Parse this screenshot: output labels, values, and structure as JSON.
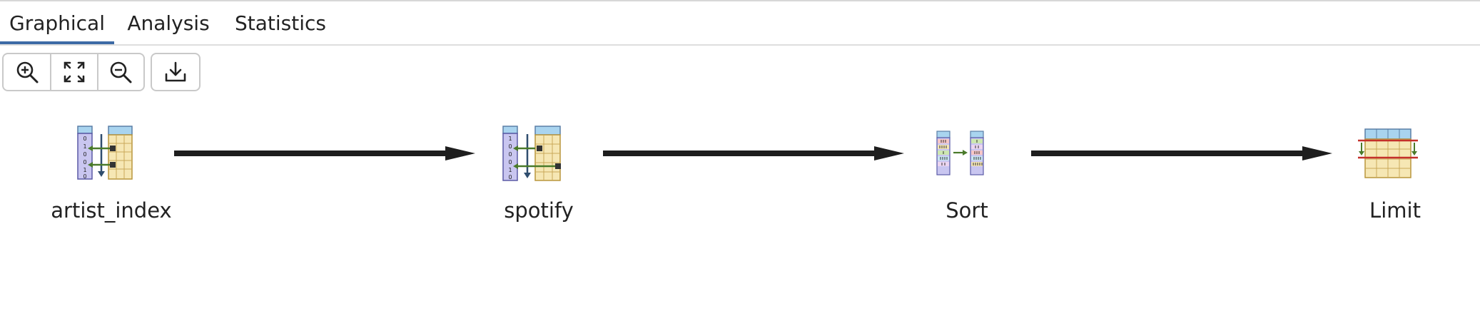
{
  "tabs": [
    {
      "label": "Graphical",
      "active": true
    },
    {
      "label": "Analysis",
      "active": false
    },
    {
      "label": "Statistics",
      "active": false
    }
  ],
  "toolbar": {
    "zoom_in_icon": "zoom-in-icon",
    "fit_icon": "fit-screen-icon",
    "zoom_out_icon": "zoom-out-icon",
    "download_icon": "download-icon"
  },
  "plan": {
    "nodes": [
      {
        "label": "artist_index",
        "icon": "index-scan-icon"
      },
      {
        "label": "spotify",
        "icon": "index-scan-icon"
      },
      {
        "label": "Sort",
        "icon": "sort-icon"
      },
      {
        "label": "Limit",
        "icon": "limit-icon"
      }
    ]
  },
  "colors": {
    "tab_active_underline": "#3d6aa5",
    "edge": "#1e1e1e",
    "index_column": "#c9c6f0",
    "index_header": "#a9d4ef",
    "table_cells": "#f6e7b4",
    "arrow_green": "#4a7a2a",
    "limit_line": "#c4302b"
  }
}
